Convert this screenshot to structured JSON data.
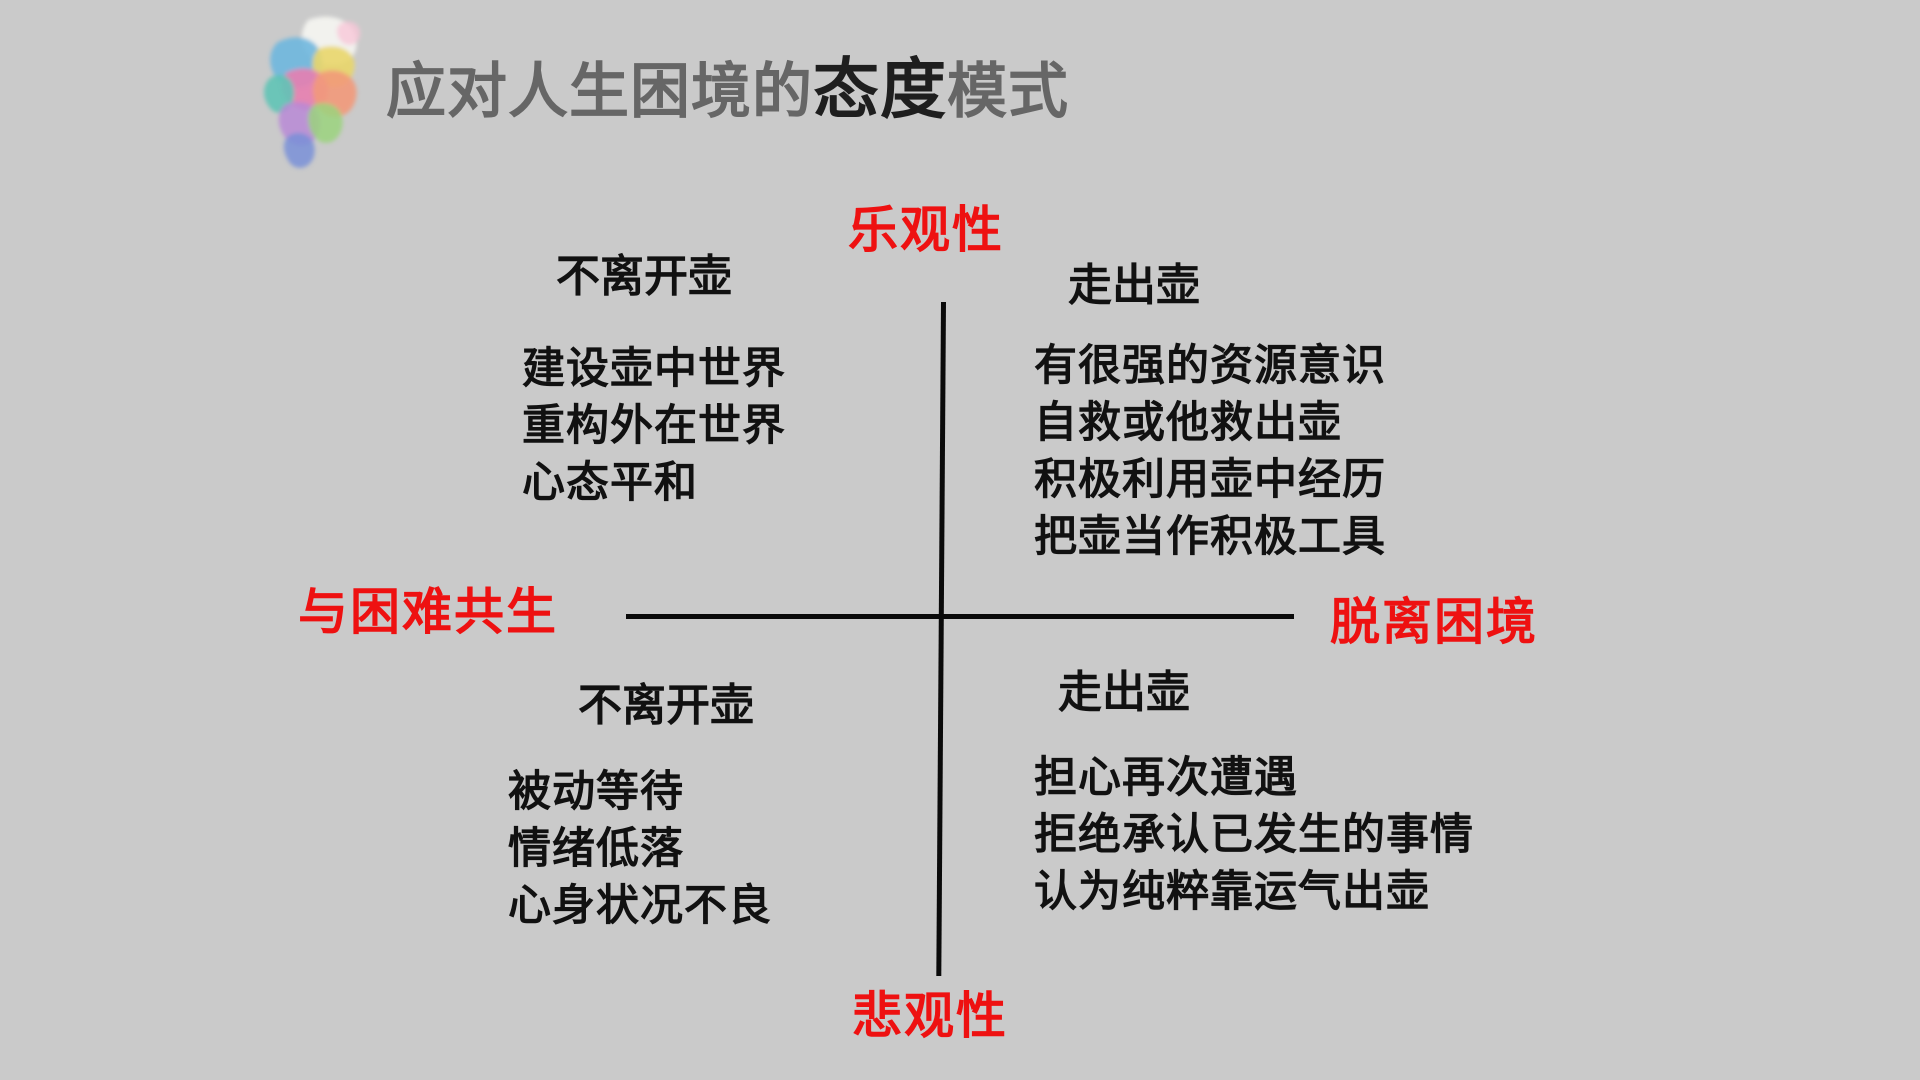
{
  "title": {
    "prefix": "应对人生困境的",
    "emphasis": "态度",
    "suffix": "模式"
  },
  "axes": {
    "top": "乐观性",
    "bottom": "悲观性",
    "left": "与困难共生",
    "right": "脱离困境"
  },
  "quadrants": {
    "top_left": {
      "heading": "不离开壶",
      "items": [
        "建设壶中世界",
        "重构外在世界",
        "心态平和"
      ]
    },
    "top_right": {
      "heading": "走出壶",
      "items": [
        "有很强的资源意识",
        "自救或他救出壶",
        "积极利用壶中经历",
        "把壶当作积极工具"
      ]
    },
    "bottom_left": {
      "heading": "不离开壶",
      "items": [
        "被动等待",
        "情绪低落",
        "心身状况不良"
      ]
    },
    "bottom_right": {
      "heading": "走出壶",
      "items": [
        "担心再次遭遇",
        "拒绝承认已发生的事情",
        "认为纯粹靠运气出壶"
      ]
    }
  },
  "colors": {
    "background": "#cacaca",
    "axis_label": "#ee1111",
    "title_gray": "#666666",
    "title_emphasis": "#1e1e1e",
    "body_text": "#111111"
  }
}
